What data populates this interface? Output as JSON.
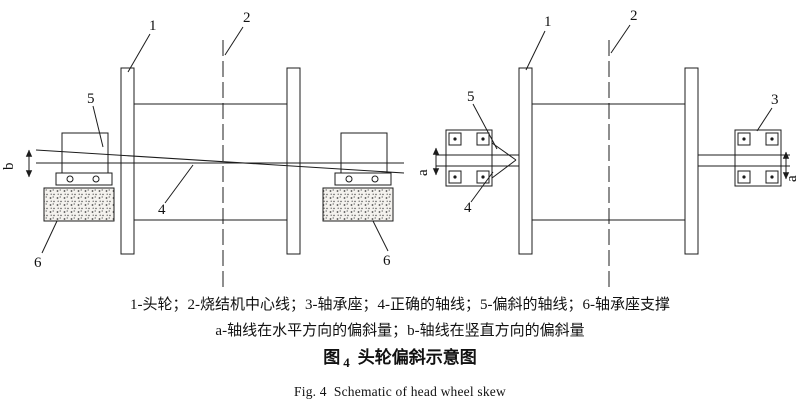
{
  "diagram": {
    "labels": {
      "n1": "1",
      "n2": "2",
      "n3": "3",
      "n4": "4",
      "n5": "5",
      "n6": "6",
      "dim_a": "a",
      "dim_b": "b"
    }
  },
  "caption": {
    "legend_line1": "1-头轮；2-烧结机中心线；3-轴承座；4-正确的轴线；5-偏斜的轴线；6-轴承座支撑",
    "legend_line2": "a-轴线在水平方向的偏斜量；b-轴线在竖直方向的偏斜量",
    "cn_prefix": "图",
    "cn_number": "4",
    "cn_title": "头轮偏斜示意图",
    "en": "Fig. 4  Schematic of head wheel skew"
  }
}
